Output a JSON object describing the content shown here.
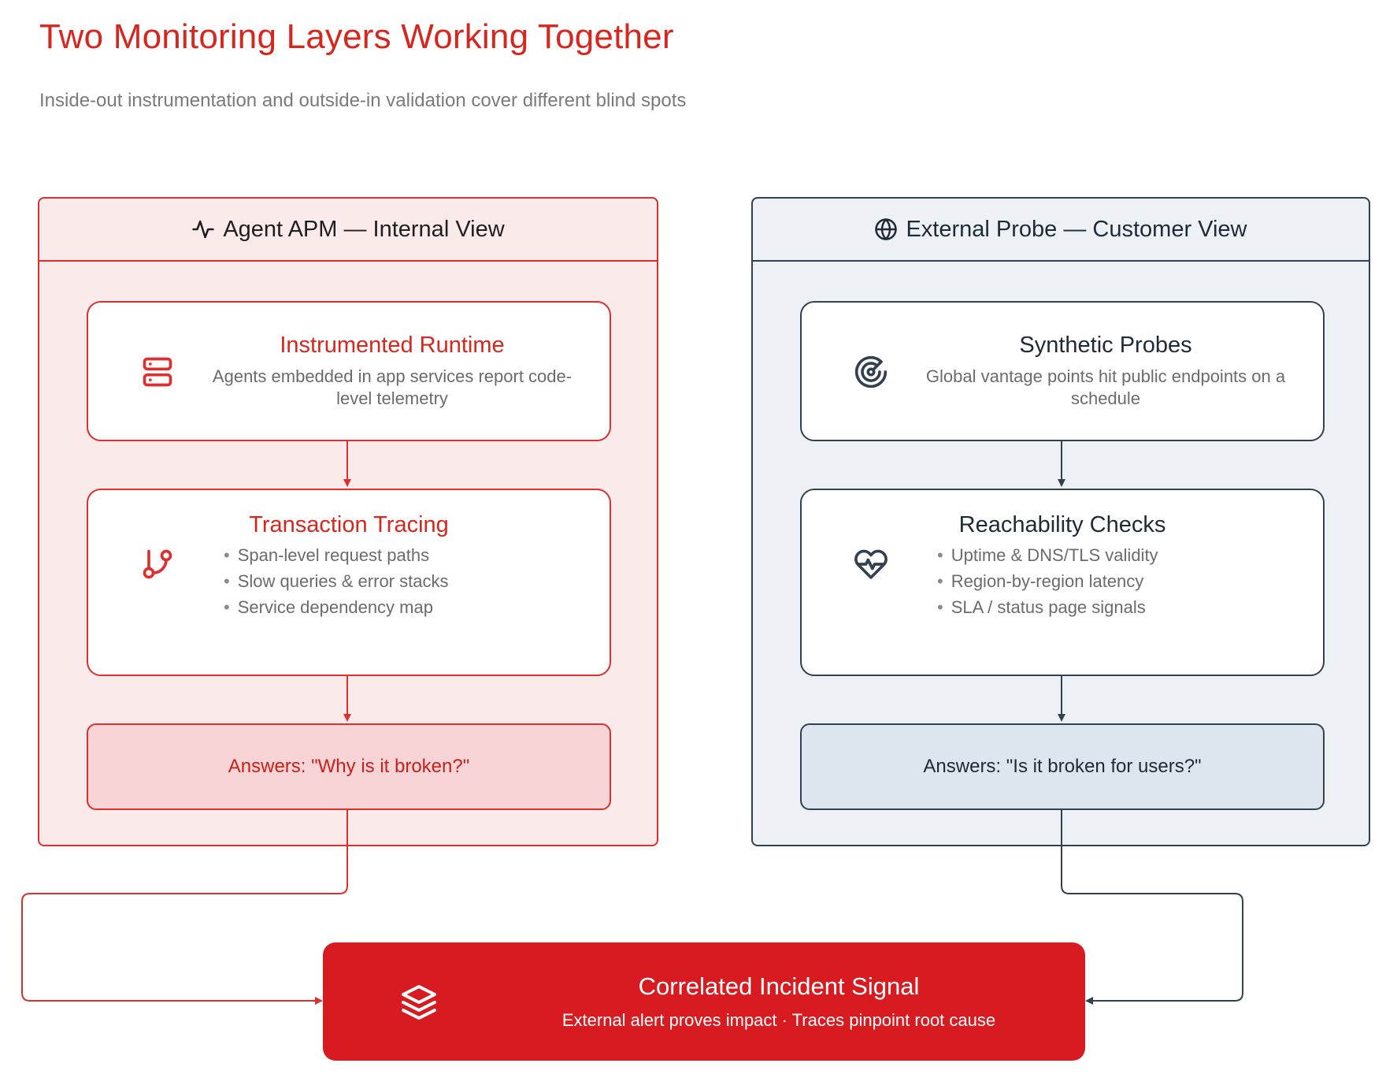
{
  "header": {
    "title": "Two Monitoring Layers Working Together",
    "subtitle": "Inside-out instrumentation and outside-in validation cover different blind spots"
  },
  "left_panel": {
    "title": "Agent APM — Internal View",
    "icon": "pulse-icon",
    "color": "#dc2f2f",
    "runtime": {
      "title": "Instrumented Runtime",
      "desc": "Agents embedded in app services report code-level telemetry",
      "icon": "server-icon"
    },
    "tracing": {
      "title": "Transaction Tracing",
      "icon": "git-branch-icon",
      "items": [
        "Span-level request paths",
        "Slow queries & error stacks",
        "Service dependency map"
      ]
    },
    "answer": "Answers: \"Why is it broken?\""
  },
  "right_panel": {
    "title": "External Probe — Customer View",
    "icon": "globe-icon",
    "color": "#33404f",
    "probes": {
      "title": "Synthetic Probes",
      "desc": "Global vantage points hit public endpoints on a schedule",
      "icon": "radar-icon"
    },
    "reachability": {
      "title": "Reachability Checks",
      "icon": "heart-pulse-icon",
      "items": [
        "Uptime & DNS/TLS validity",
        "Region-by-region latency",
        "SLA / status page signals"
      ]
    },
    "answer": "Answers: \"Is it broken for users?\""
  },
  "signal": {
    "title": "Correlated Incident Signal",
    "desc": "External alert proves impact · Traces pinpoint root cause",
    "icon": "layers-icon",
    "color": "#d81b20"
  }
}
